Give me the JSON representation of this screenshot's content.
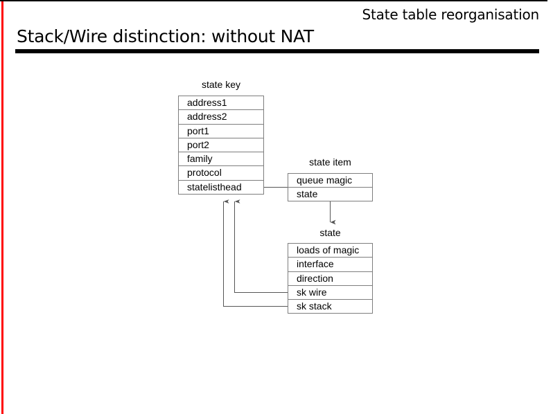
{
  "slide": {
    "subtitle": "State table reorganisation",
    "title": "Stack/Wire distinction: without NAT",
    "accent_left_rule_color": "#ff0000",
    "rule_color": "#000000",
    "box_border_color": "#7d7d7d",
    "connector_color": "#555555"
  },
  "diagram": {
    "boxes": [
      {
        "id": "state-key",
        "caption": "state key",
        "rows": [
          "address1",
          "address2",
          "port1",
          "port2",
          "family",
          "protocol",
          "statelisthead"
        ]
      },
      {
        "id": "state-item",
        "caption": "state item",
        "rows": [
          "queue magic",
          "state"
        ]
      },
      {
        "id": "state",
        "caption": "state",
        "rows": [
          "loads of magic",
          "interface",
          "direction",
          "sk wire",
          "sk stack"
        ]
      }
    ],
    "connectors": [
      {
        "id": "statelisthead-to-state-item",
        "from": "state-key.statelisthead",
        "to": "state-item",
        "direction": "right"
      },
      {
        "id": "state-item-to-state",
        "from": "state-item",
        "to": "state",
        "direction": "down"
      },
      {
        "id": "sk-wire-to-state-key",
        "from": "state.sk wire",
        "to": "state-key",
        "direction": "up"
      },
      {
        "id": "sk-stack-to-state-key",
        "from": "state.sk stack",
        "to": "state-key",
        "direction": "up"
      }
    ]
  }
}
